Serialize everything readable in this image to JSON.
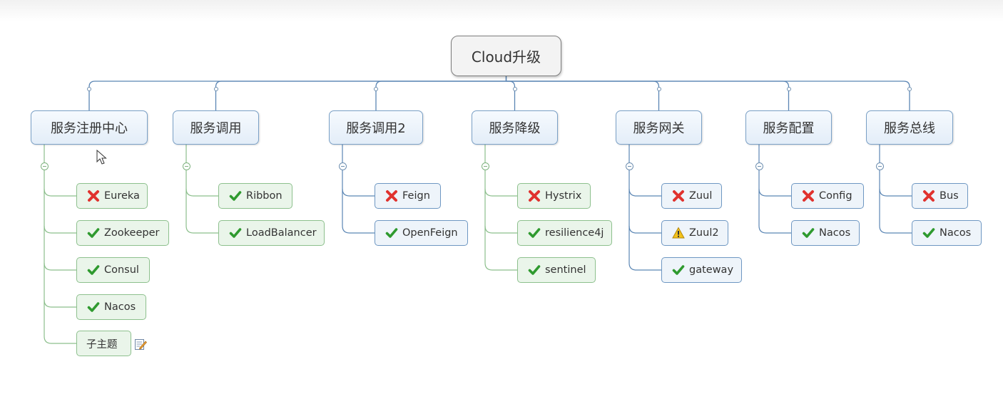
{
  "root": {
    "label": "Cloud升级"
  },
  "branches": [
    {
      "label": "服务注册中心",
      "children": [
        {
          "status": "cross",
          "label": "Eureka"
        },
        {
          "status": "check",
          "label": "Zookeeper"
        },
        {
          "status": "check",
          "label": "Consul"
        },
        {
          "status": "check",
          "label": "Nacos"
        },
        {
          "status": "none",
          "label": "子主题",
          "has_note": true,
          "note_icon": "note-edit-icon"
        }
      ]
    },
    {
      "label": "服务调用",
      "children": [
        {
          "status": "check",
          "label": "Ribbon"
        },
        {
          "status": "check",
          "label": "LoadBalancer"
        }
      ]
    },
    {
      "label": "服务调用2",
      "children": [
        {
          "status": "cross",
          "label": "Feign"
        },
        {
          "status": "check",
          "label": "OpenFeign"
        }
      ]
    },
    {
      "label": "服务降级",
      "children": [
        {
          "status": "cross",
          "label": "Hystrix"
        },
        {
          "status": "check",
          "label": "resilience4j"
        },
        {
          "status": "check",
          "label": "sentinel"
        }
      ]
    },
    {
      "label": "服务网关",
      "children": [
        {
          "status": "cross",
          "label": "Zuul"
        },
        {
          "status": "warning",
          "label": "Zuul2"
        },
        {
          "status": "check",
          "label": "gateway"
        }
      ]
    },
    {
      "label": "服务配置",
      "children": [
        {
          "status": "cross",
          "label": "Config"
        },
        {
          "status": "check",
          "label": "Nacos"
        }
      ]
    },
    {
      "label": "服务总线",
      "children": [
        {
          "status": "cross",
          "label": "Bus"
        },
        {
          "status": "check",
          "label": "Nacos"
        }
      ]
    }
  ],
  "colors": {
    "cross": "#e0322e",
    "check": "#2f9a2f",
    "warning": "#f3c21a",
    "link_blue": "#5b86b4",
    "link_green": "#8cbf8c"
  },
  "icons": {
    "cross": "red-cross-icon",
    "check": "green-check-icon",
    "warning": "warning-triangle-icon"
  }
}
